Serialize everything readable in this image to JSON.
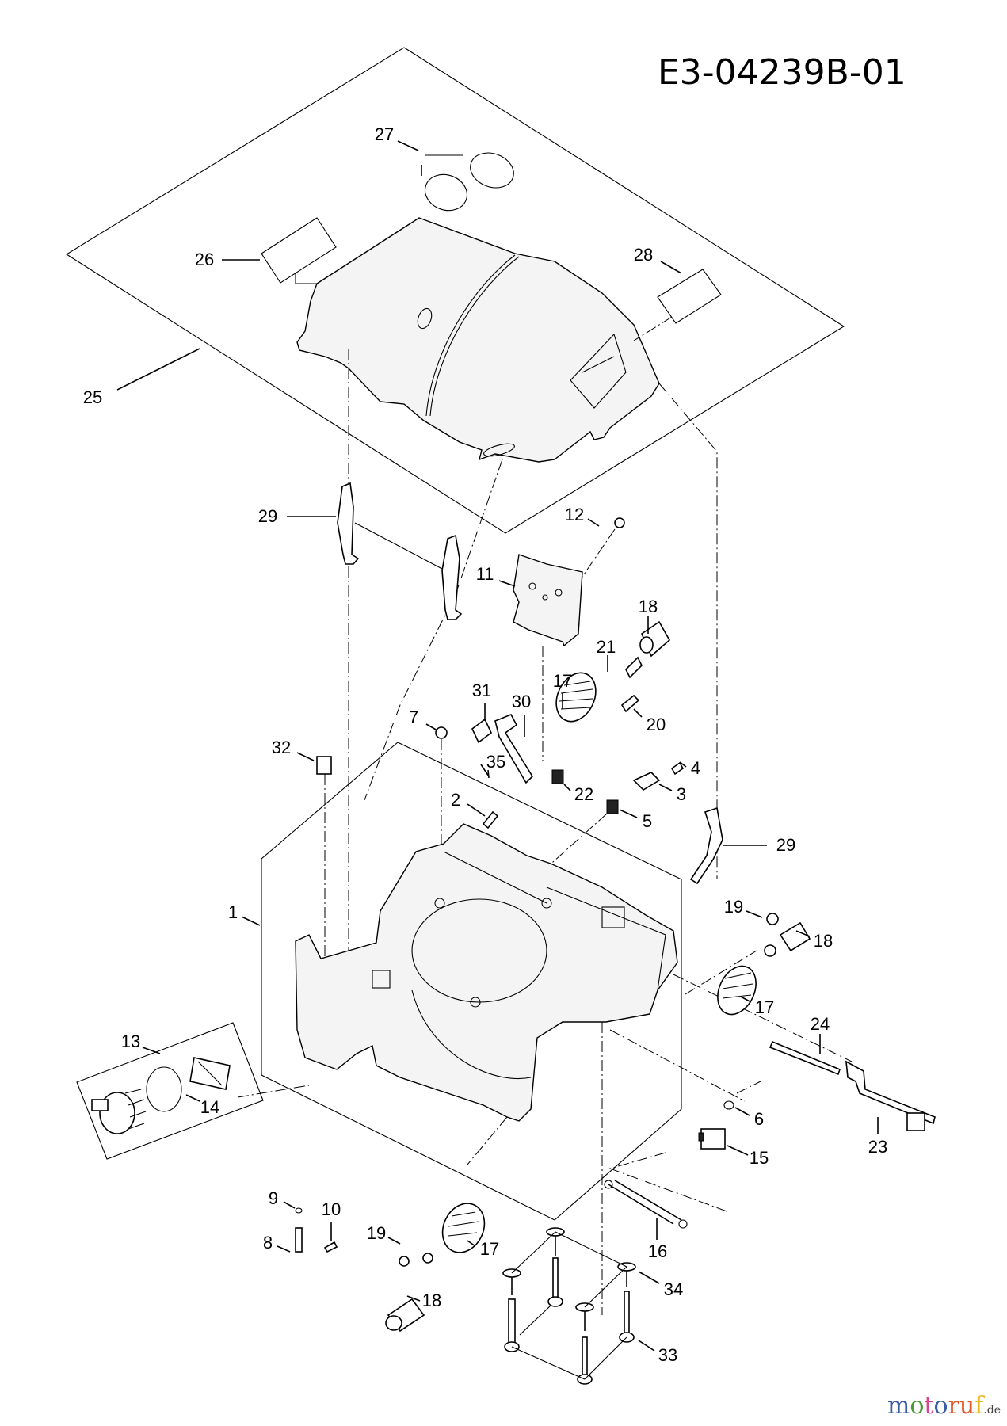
{
  "diagram": {
    "title": "E3-04239B-01",
    "type": "exploded parts diagram",
    "callouts": [
      {
        "id": "c25",
        "label": "25"
      },
      {
        "id": "c26",
        "label": "26"
      },
      {
        "id": "c27",
        "label": "27"
      },
      {
        "id": "c28",
        "label": "28"
      },
      {
        "id": "c29a",
        "label": "29"
      },
      {
        "id": "c12",
        "label": "12"
      },
      {
        "id": "c11",
        "label": "11"
      },
      {
        "id": "c18a",
        "label": "18"
      },
      {
        "id": "c21",
        "label": "21"
      },
      {
        "id": "c17a",
        "label": "17"
      },
      {
        "id": "c31",
        "label": "31"
      },
      {
        "id": "c30",
        "label": "30"
      },
      {
        "id": "c7",
        "label": "7"
      },
      {
        "id": "c20",
        "label": "20"
      },
      {
        "id": "c4",
        "label": "4"
      },
      {
        "id": "c32",
        "label": "32"
      },
      {
        "id": "c35",
        "label": "35"
      },
      {
        "id": "c22",
        "label": "22"
      },
      {
        "id": "c3",
        "label": "3"
      },
      {
        "id": "c2",
        "label": "2"
      },
      {
        "id": "c5",
        "label": "5"
      },
      {
        "id": "c29b",
        "label": "29"
      },
      {
        "id": "c1",
        "label": "1"
      },
      {
        "id": "c19a",
        "label": "19"
      },
      {
        "id": "c18b",
        "label": "18"
      },
      {
        "id": "c17b",
        "label": "17"
      },
      {
        "id": "c24",
        "label": "24"
      },
      {
        "id": "c13",
        "label": "13"
      },
      {
        "id": "c14",
        "label": "14"
      },
      {
        "id": "c6",
        "label": "6"
      },
      {
        "id": "c23",
        "label": "23"
      },
      {
        "id": "c15",
        "label": "15"
      },
      {
        "id": "c9",
        "label": "9"
      },
      {
        "id": "c10",
        "label": "10"
      },
      {
        "id": "c8",
        "label": "8"
      },
      {
        "id": "c19b",
        "label": "19"
      },
      {
        "id": "c17c",
        "label": "17"
      },
      {
        "id": "c16",
        "label": "16"
      },
      {
        "id": "c34",
        "label": "34"
      },
      {
        "id": "c18c",
        "label": "18"
      },
      {
        "id": "c33",
        "label": "33"
      }
    ]
  },
  "watermark": {
    "letters": [
      {
        "ch": "m",
        "color": "#3b5ba5"
      },
      {
        "ch": "o",
        "color": "#4a9a3a"
      },
      {
        "ch": "t",
        "color": "#d8468b"
      },
      {
        "ch": "o",
        "color": "#3b5ba5"
      },
      {
        "ch": "r",
        "color": "#e0572a"
      },
      {
        "ch": "u",
        "color": "#e0572a"
      },
      {
        "ch": "f",
        "color": "#e8b820"
      }
    ],
    "tld": ".de"
  }
}
